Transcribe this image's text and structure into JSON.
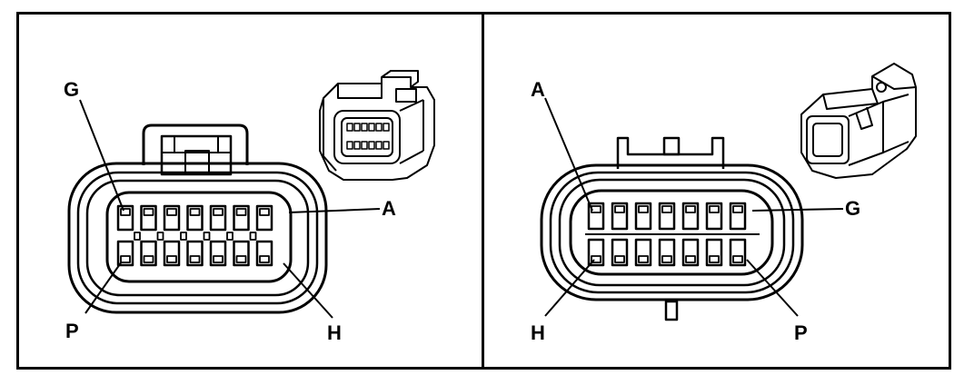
{
  "left_connector": {
    "labels": {
      "top_left": "G",
      "top_right": "A",
      "bottom_left": "P",
      "bottom_right": "H"
    }
  },
  "right_connector": {
    "labels": {
      "top_left": "A",
      "top_right": "G",
      "bottom_left": "H",
      "bottom_right": "P"
    }
  }
}
